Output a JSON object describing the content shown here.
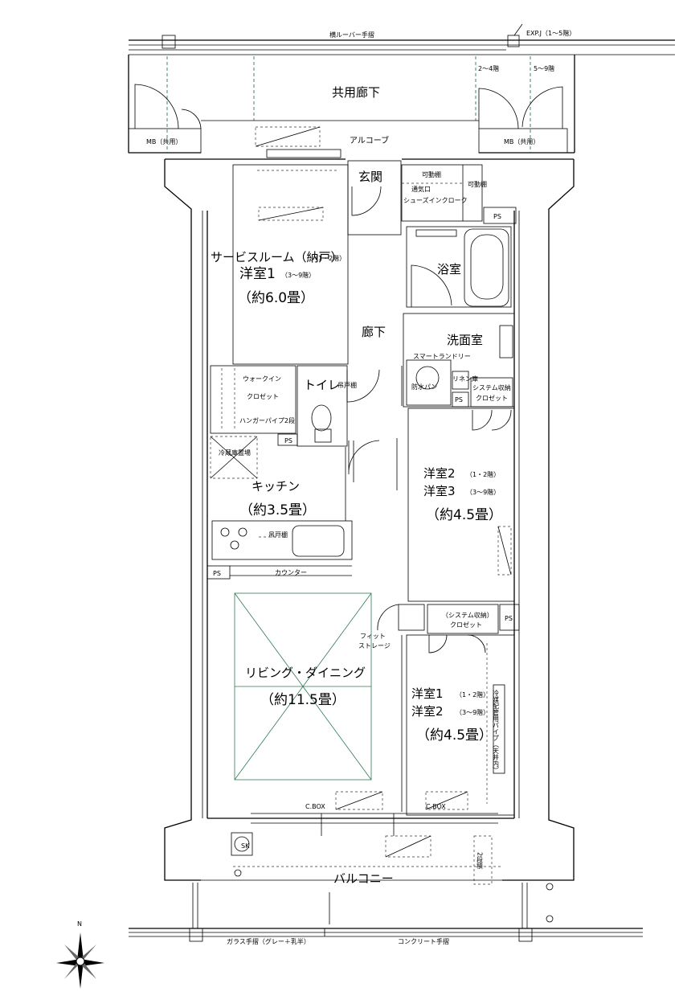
{
  "top": {
    "louver": "横ルーバー手摺",
    "expj": "EXP.J（1～5階）",
    "floors_a": "2～4階",
    "floors_b": "5～9階",
    "corridor": "共用廊下",
    "alcove": "アルコーブ",
    "mb_left": "MB（共用）",
    "mb_right": "MB（共用）"
  },
  "rooms": {
    "entrance": "玄関",
    "shelf": "可動棚",
    "vent": "通気口",
    "shoe": "シューズインクローク",
    "shelf_v": "可動棚",
    "ps_entry": "PS",
    "service_1": "サービスルーム（納戸）",
    "service_1_note": "（1・2階）",
    "service_2": "洋室1",
    "service_2_note": "（3～9階）",
    "service_size": "（約6.0畳）",
    "bath": "浴室",
    "hall": "廊下",
    "washroom": "洗面室",
    "laundry": "スマートランドリー",
    "pan": "防水パン",
    "linen": "リネン庫",
    "ps_wash": "PS",
    "sys_closet_1": "システム収納",
    "sys_closet_2": "クロゼット",
    "walkin_1": "ウォークイン",
    "walkin_2": "クロゼット",
    "hanger": "ハンガーパイプ2段",
    "toilet": "トイレ",
    "toilet_shelf": "吊戸棚",
    "ps_toilet": "PS",
    "fridge": "冷蔵庫置場",
    "kitchen": "キッチン",
    "kitchen_size": "（約3.5畳）",
    "hanging": "吊戸棚",
    "ps_kitchen": "PS",
    "counter": "カウンター",
    "w2_1": "洋室2",
    "w2_1_note": "（1・2階）",
    "w2_2": "洋室3",
    "w2_2_note": "（3～9階）",
    "w2_size": "（約4.5畳）",
    "closet2_1": "（システム収納）",
    "closet2_2": "クロゼット",
    "ps_room": "PS",
    "fit_1": "フィット",
    "fit_2": "ストレージ",
    "living": "リビング・ダイニング",
    "living_size": "（約11.5畳）",
    "w1_1": "洋室1",
    "w1_1_note": "（1・2階）",
    "w1_2": "洋室2",
    "w1_2_note": "（3～9階）",
    "w1_size": "（約4.5畳）",
    "pipe": "冷媒配管用パイプ（天井内）",
    "cbox_1": "C.BOX",
    "cbox_2": "C.BOX",
    "sk": "SK",
    "steps": "2段積",
    "balcony": "バルコニー"
  },
  "bottom": {
    "glass_rail": "ガラス手摺（グレー＋乳半）",
    "concrete_rail": "コンクリート手摺",
    "north": "N"
  }
}
